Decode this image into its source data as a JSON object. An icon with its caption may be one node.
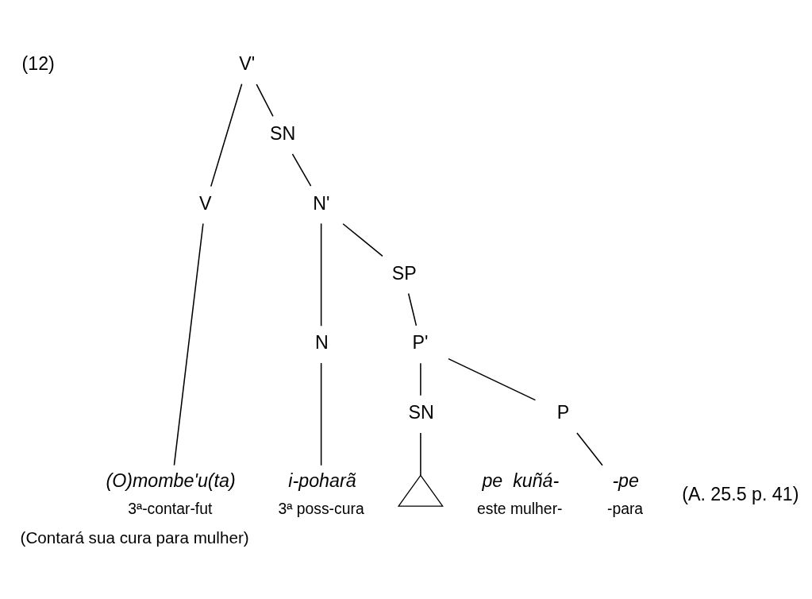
{
  "diagram": {
    "caption": "(Contará sua cura para mulher)",
    "nodes": [
      {
        "text": [
          "V'"
        ]
      },
      {
        "text": [
          "V"
        ]
      },
      {
        "text": [
          "SN"
        ]
      },
      {
        "text": [
          "N'"
        ]
      },
      {
        "text": [
          "N"
        ]
      },
      {
        "text": [
          "SP"
        ]
      },
      {
        "text": [
          "P'"
        ]
      },
      {
        "text": [
          "SN"
        ]
      },
      {
        "text": [
          "P"
        ]
      },
      {
        "text": [
          "(O)mombe'u(ta)"
        ],
        "beside": [
          "3ª-contar-fut"
        ]
      },
      {
        "text": [
          "i-poharã"
        ],
        "beside": [
          "3ª poss-cura"
        ]
      },
      {
        "text": [],
        "shape": "triangle"
      },
      {
        "text": [
          "pe  kuñá-"
        ],
        "beside": [
          "este mulher-"
        ]
      },
      {
        "text": [
          "-pe"
        ],
        "beside": [
          "-para"
        ]
      }
    ],
    "edges": [
      {
        "from": 0,
        "to": 1,
        "arrow": "none"
      },
      {
        "from": 0,
        "to": 2,
        "arrow": "none"
      },
      {
        "from": 2,
        "to": 3,
        "arrow": "none"
      },
      {
        "from": 3,
        "to": 4,
        "arrow": "none"
      },
      {
        "from": 3,
        "to": 5,
        "arrow": "none"
      },
      {
        "from": 5,
        "to": 6,
        "arrow": "none"
      },
      {
        "from": 6,
        "to": 7,
        "arrow": "none"
      },
      {
        "from": 6,
        "to": 8,
        "arrow": "none"
      },
      {
        "from": 1,
        "to": 9,
        "arrow": "none"
      },
      {
        "from": 4,
        "to": 10,
        "arrow": "none"
      },
      {
        "from": 7,
        "to": 11,
        "arrow": "none"
      },
      {
        "from": 8,
        "to": 13,
        "arrow": "none"
      }
    ],
    "labels": [
      "(12)",
      "(A. 25.5 p. 41)"
    ]
  }
}
